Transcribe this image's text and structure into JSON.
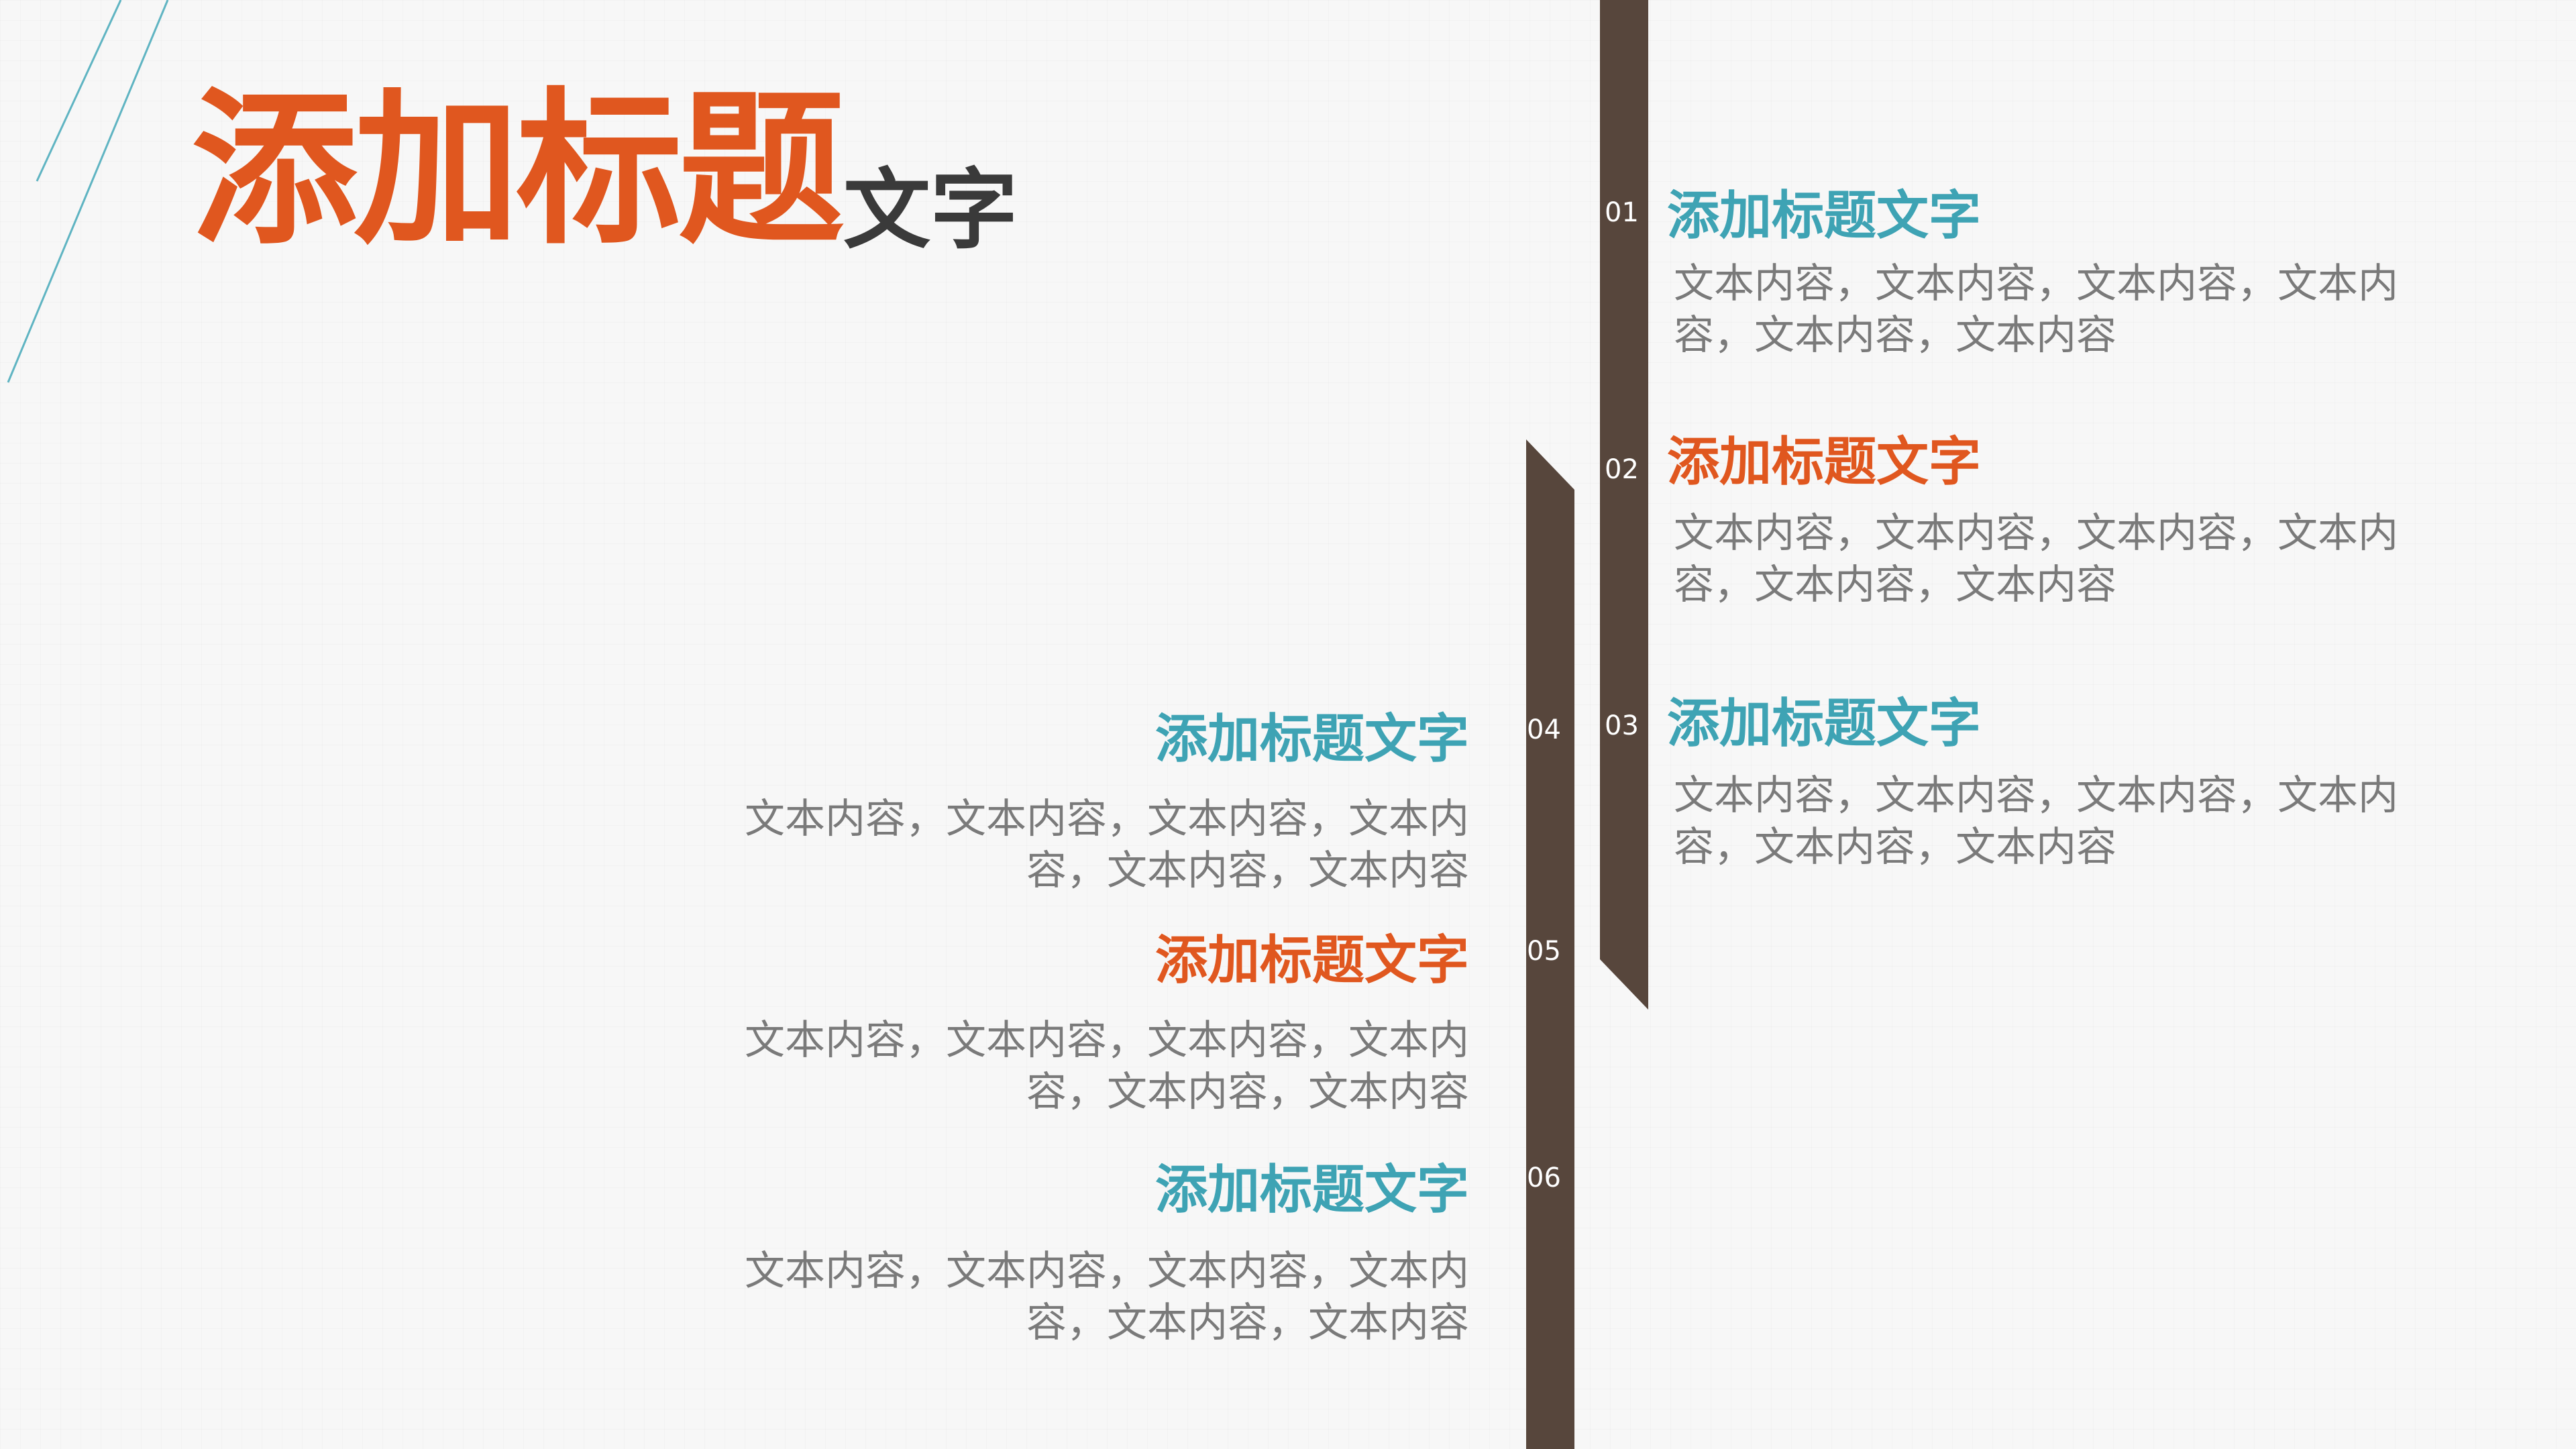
{
  "colors": {
    "orange": "#e0571f",
    "teal": "#3ea3b4",
    "dark_text": "#3a3a3a",
    "bar_brown": "#57463c",
    "line_teal": "#5fb4c2",
    "body_grey": "#7a7a7a"
  },
  "title": {
    "main": "添加标题",
    "sub": "文字"
  },
  "items": [
    {
      "num": "01",
      "heading": "添加标题文字",
      "body": "文本内容，文本内容，文本内容，文本内容，文本内容，文本内容",
      "accent": "teal"
    },
    {
      "num": "02",
      "heading": "添加标题文字",
      "body": "文本内容，文本内容，文本内容，文本内容，文本内容，文本内容",
      "accent": "orange"
    },
    {
      "num": "03",
      "heading": "添加标题文字",
      "body": "文本内容，文本内容，文本内容，文本内容，文本内容，文本内容",
      "accent": "teal"
    },
    {
      "num": "04",
      "heading": "添加标题文字",
      "body": "文本内容，文本内容，文本内容，文本内容，文本内容，文本内容",
      "accent": "teal"
    },
    {
      "num": "05",
      "heading": "添加标题文字",
      "body": "文本内容，文本内容，文本内容，文本内容，文本内容，文本内容",
      "accent": "orange"
    },
    {
      "num": "06",
      "heading": "添加标题文字",
      "body": "文本内容，文本内容，文本内容，文本内容，文本内容，文本内容",
      "accent": "teal"
    }
  ]
}
